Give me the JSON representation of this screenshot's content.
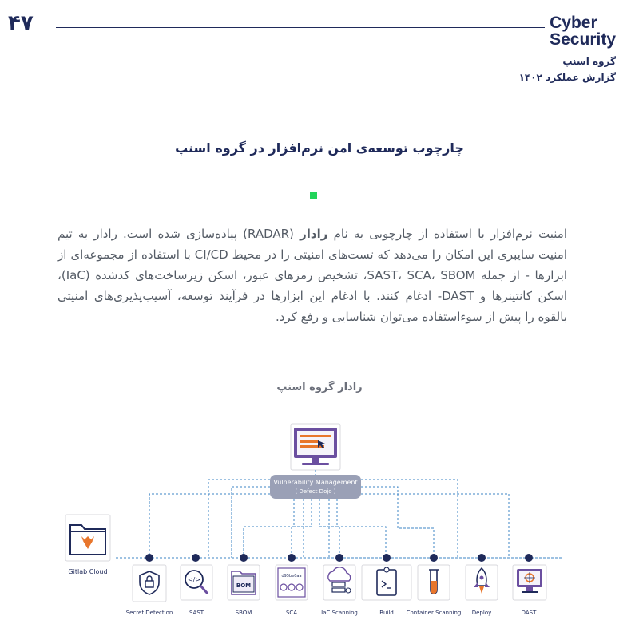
{
  "header": {
    "page_number": "۴۷",
    "brand_line1": "Cyber",
    "brand_line2": "Security",
    "org_name": "گروه اسنپ",
    "report_name": "گزارش عملکرد ۱۴۰۲"
  },
  "article": {
    "title": "چارچوب توسعه‌ی امن نرم‌افزار در گروه اسنپ",
    "paragraph_part1": "امنیت نرم‌افزار با استفاده از چارچوبی به نام ",
    "paragraph_bold": "رادار",
    "paragraph_part2": " (RADAR) پیاده‌سازی شده است. رادار به تیم امنیت سایبری این امکان را می‌دهد که تست‌های امنیتی را در محیط CI/CD با استفاده از مجموعه‌ای از ابزارها - از جمله SAST، SCA، SBOM، تشخیص رمزهای عبور، اسکن زیرساخت‌های کدشده (IaC)، اسکن کانتینرها و DAST- ادغام کنند. با ادغام این ابزارها در فرآیند توسعه، آسیب‌پذیری‌های امنیتی بالقوه را پیش از سوءاستفاده می‌توان شناسایی و رفع کرد."
  },
  "diagram": {
    "title": "رادار گروه اسنپ",
    "hub_line1": "Vulnerability Management",
    "hub_line2": "( Defect Dojo )",
    "source_label": "Gitlab Cloud",
    "sca_hash": "d95be0aa",
    "bom_text": "BOM",
    "tools": [
      {
        "label": "Secret Detection",
        "icon": "secret-lock-icon"
      },
      {
        "label": "SAST",
        "icon": "code-search-icon"
      },
      {
        "label": "SBOM",
        "icon": "bom-folder-icon"
      },
      {
        "label": "SCA",
        "icon": "dependency-icon"
      },
      {
        "label": "IaC Scanning",
        "icon": "cloud-server-icon"
      },
      {
        "label": "Build",
        "icon": "build-terminal-icon"
      },
      {
        "label": "Container Scanning",
        "icon": "test-tube-icon"
      },
      {
        "label": "Deploy",
        "icon": "rocket-icon"
      },
      {
        "label": "DAST",
        "icon": "monitor-scan-icon"
      }
    ],
    "colors": {
      "navy": "#1f2a5a",
      "dash_blue": "#3d84c6",
      "hub_fill": "#9aa0b6",
      "orange": "#e8762c",
      "purple": "#6b4fa0"
    }
  }
}
